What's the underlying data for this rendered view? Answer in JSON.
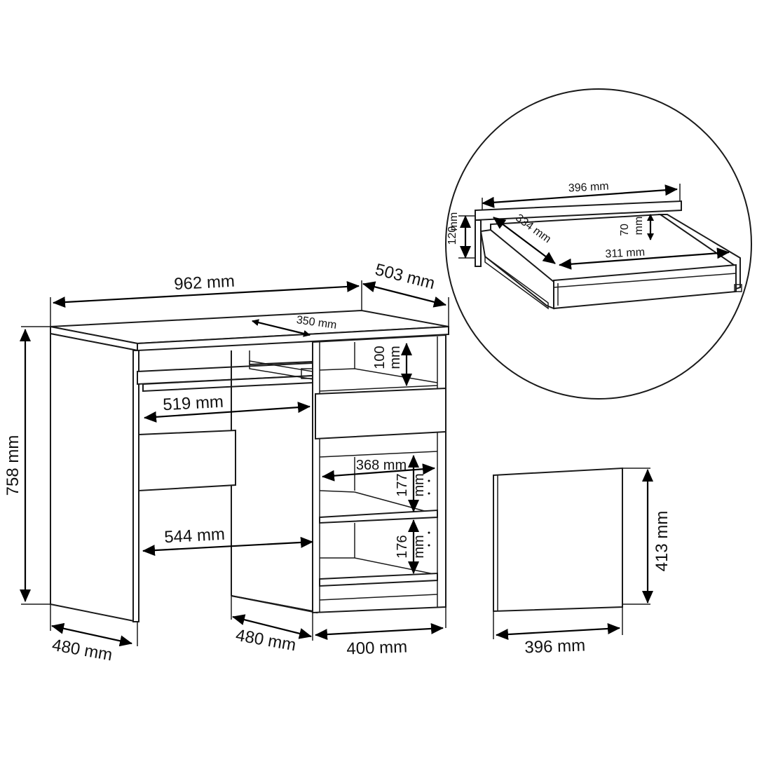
{
  "dimensions": {
    "desk_width": "962 mm",
    "desk_depth": "503 mm",
    "desk_height": "758 mm",
    "tray_depth": "350 mm",
    "tray_width": "519 mm",
    "knee_width": "544 mm",
    "left_side_depth": "480 mm",
    "center_side_depth": "480 mm",
    "cabinet_width": "400 mm",
    "top_compartment_height_value": "100",
    "top_compartment_height_unit": "mm",
    "shelf_width": "368 mm",
    "upper_shelf_height_value": "177",
    "upper_shelf_height_unit": "mm",
    "lower_shelf_height_value": "176",
    "lower_shelf_height_unit": "mm"
  },
  "drawer_detail": {
    "outer_width": "396 mm",
    "inner_depth": "334 mm",
    "inner_height_value": "70",
    "inner_height_unit": "mm",
    "inner_width": "311 mm",
    "front_height_value": "120",
    "front_height_unit": "mm"
  },
  "door_detail": {
    "height": "413 mm",
    "width": "396 mm"
  }
}
